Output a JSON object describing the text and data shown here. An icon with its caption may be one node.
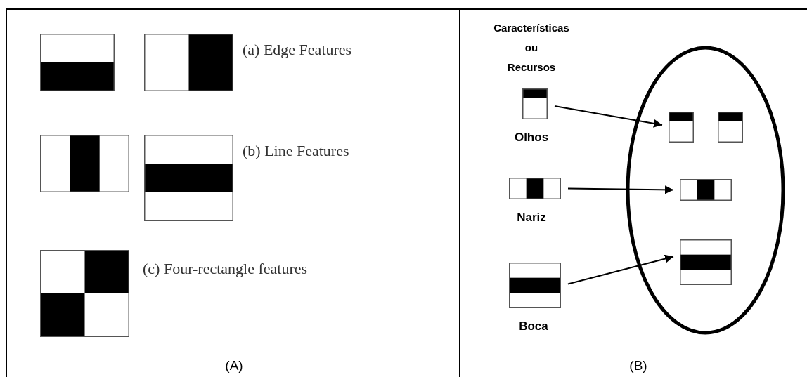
{
  "diagram": {
    "nodes": [
      {
        "text": [],
        "shape": "ellipse"
      },
      {
        "text": [],
        "shape": "picture",
        "beside": [
          "Olhos"
        ]
      },
      {
        "text": [],
        "shape": "picture",
        "beside": [
          "Nariz"
        ]
      },
      {
        "text": [],
        "shape": "picture",
        "beside": [
          "Boca"
        ]
      },
      {
        "text": [],
        "shape": "picture",
        "in": 0
      },
      {
        "text": [],
        "shape": "picture",
        "in": 0
      },
      {
        "text": [],
        "shape": "picture",
        "in": 0
      },
      {
        "text": [],
        "shape": "picture",
        "in": 0
      }
    ],
    "edges": [
      {
        "from": 1,
        "to": 4,
        "arrow": "to"
      },
      {
        "from": 2,
        "to": 6,
        "arrow": "to"
      },
      {
        "from": 3,
        "to": 7,
        "arrow": "to"
      }
    ],
    "labels": [
      "(a) Edge Features",
      "(b) Line Features",
      "(c) Four-rectangle features",
      "(A)",
      "Características ou Recursos",
      "(B)"
    ]
  }
}
